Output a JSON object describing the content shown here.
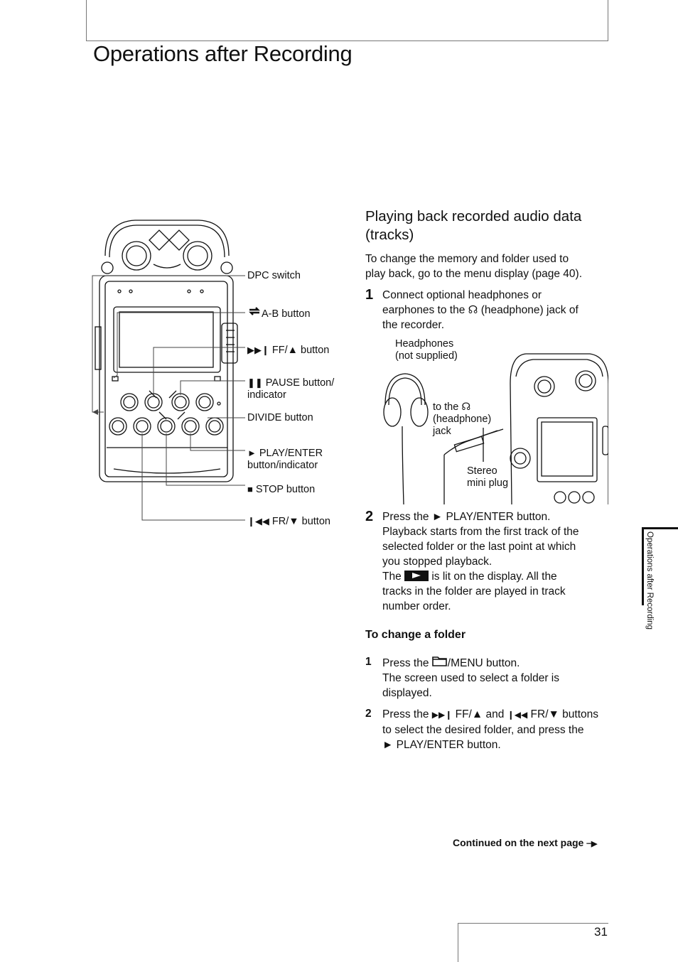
{
  "page": {
    "title": "Operations after Recording",
    "page_number": "31",
    "continued": "Continued on the next page",
    "side_tab": "Operations after Recording"
  },
  "callouts": {
    "dpc": "DPC switch",
    "ab": "A-B button",
    "ff": "FF/▲ button",
    "pause_1": "PAUSE button/",
    "pause_2": "indicator",
    "divide": "DIVIDE button",
    "play_1": "PLAY/ENTER",
    "play_2": "button/indicator",
    "stop": "STOP button",
    "fr": "FR/▼ button"
  },
  "section": {
    "title_1": "Playing back recorded audio data",
    "title_2": "(tracks)",
    "intro_1": "To change the memory and folder used to",
    "intro_2": "play back, go to the menu display (page 40).",
    "step1_num": "1",
    "step1_1": "Connect optional headphones or",
    "step1_2a": "earphones to the",
    "step1_2b": "(headphone) jack of",
    "step1_3": "the recorder.",
    "fig_headphones_1": "Headphones",
    "fig_headphones_2": "(not supplied)",
    "fig_jack_1": "to the",
    "fig_jack_2": "(headphone)",
    "fig_jack_3": "jack",
    "fig_plug_1": "Stereo",
    "fig_plug_2": "mini plug",
    "step2_num": "2",
    "step2_1a": "Press the",
    "step2_1b": "PLAY/ENTER button.",
    "step2_2": "Playback starts from the first track of the",
    "step2_3": "selected folder or the last point at which",
    "step2_4": "you stopped playback.",
    "step2_5a": "The",
    "step2_5b": "is lit on the display. All the",
    "step2_6": "tracks in the folder are played in track",
    "step2_7": "number order.",
    "subhead": "To change a folder",
    "sub1_num": "1",
    "sub1_1a": "Press the",
    "sub1_1b": "/MENU button.",
    "sub1_2": "The screen used to select a folder is",
    "sub1_3": "displayed.",
    "sub2_num": "2",
    "sub2_1a": "Press the",
    "sub2_1b": "FF/▲ and",
    "sub2_1c": "FR/▼ buttons",
    "sub2_2": "to select the desired folder, and press the",
    "sub2_3": "PLAY/ENTER button."
  },
  "icons": [
    "ab-repeat-icon",
    "ff-icon",
    "pause-icon",
    "play-icon",
    "stop-icon",
    "fr-icon",
    "headphone-icon",
    "folder-icon",
    "arrow-right-icon"
  ]
}
